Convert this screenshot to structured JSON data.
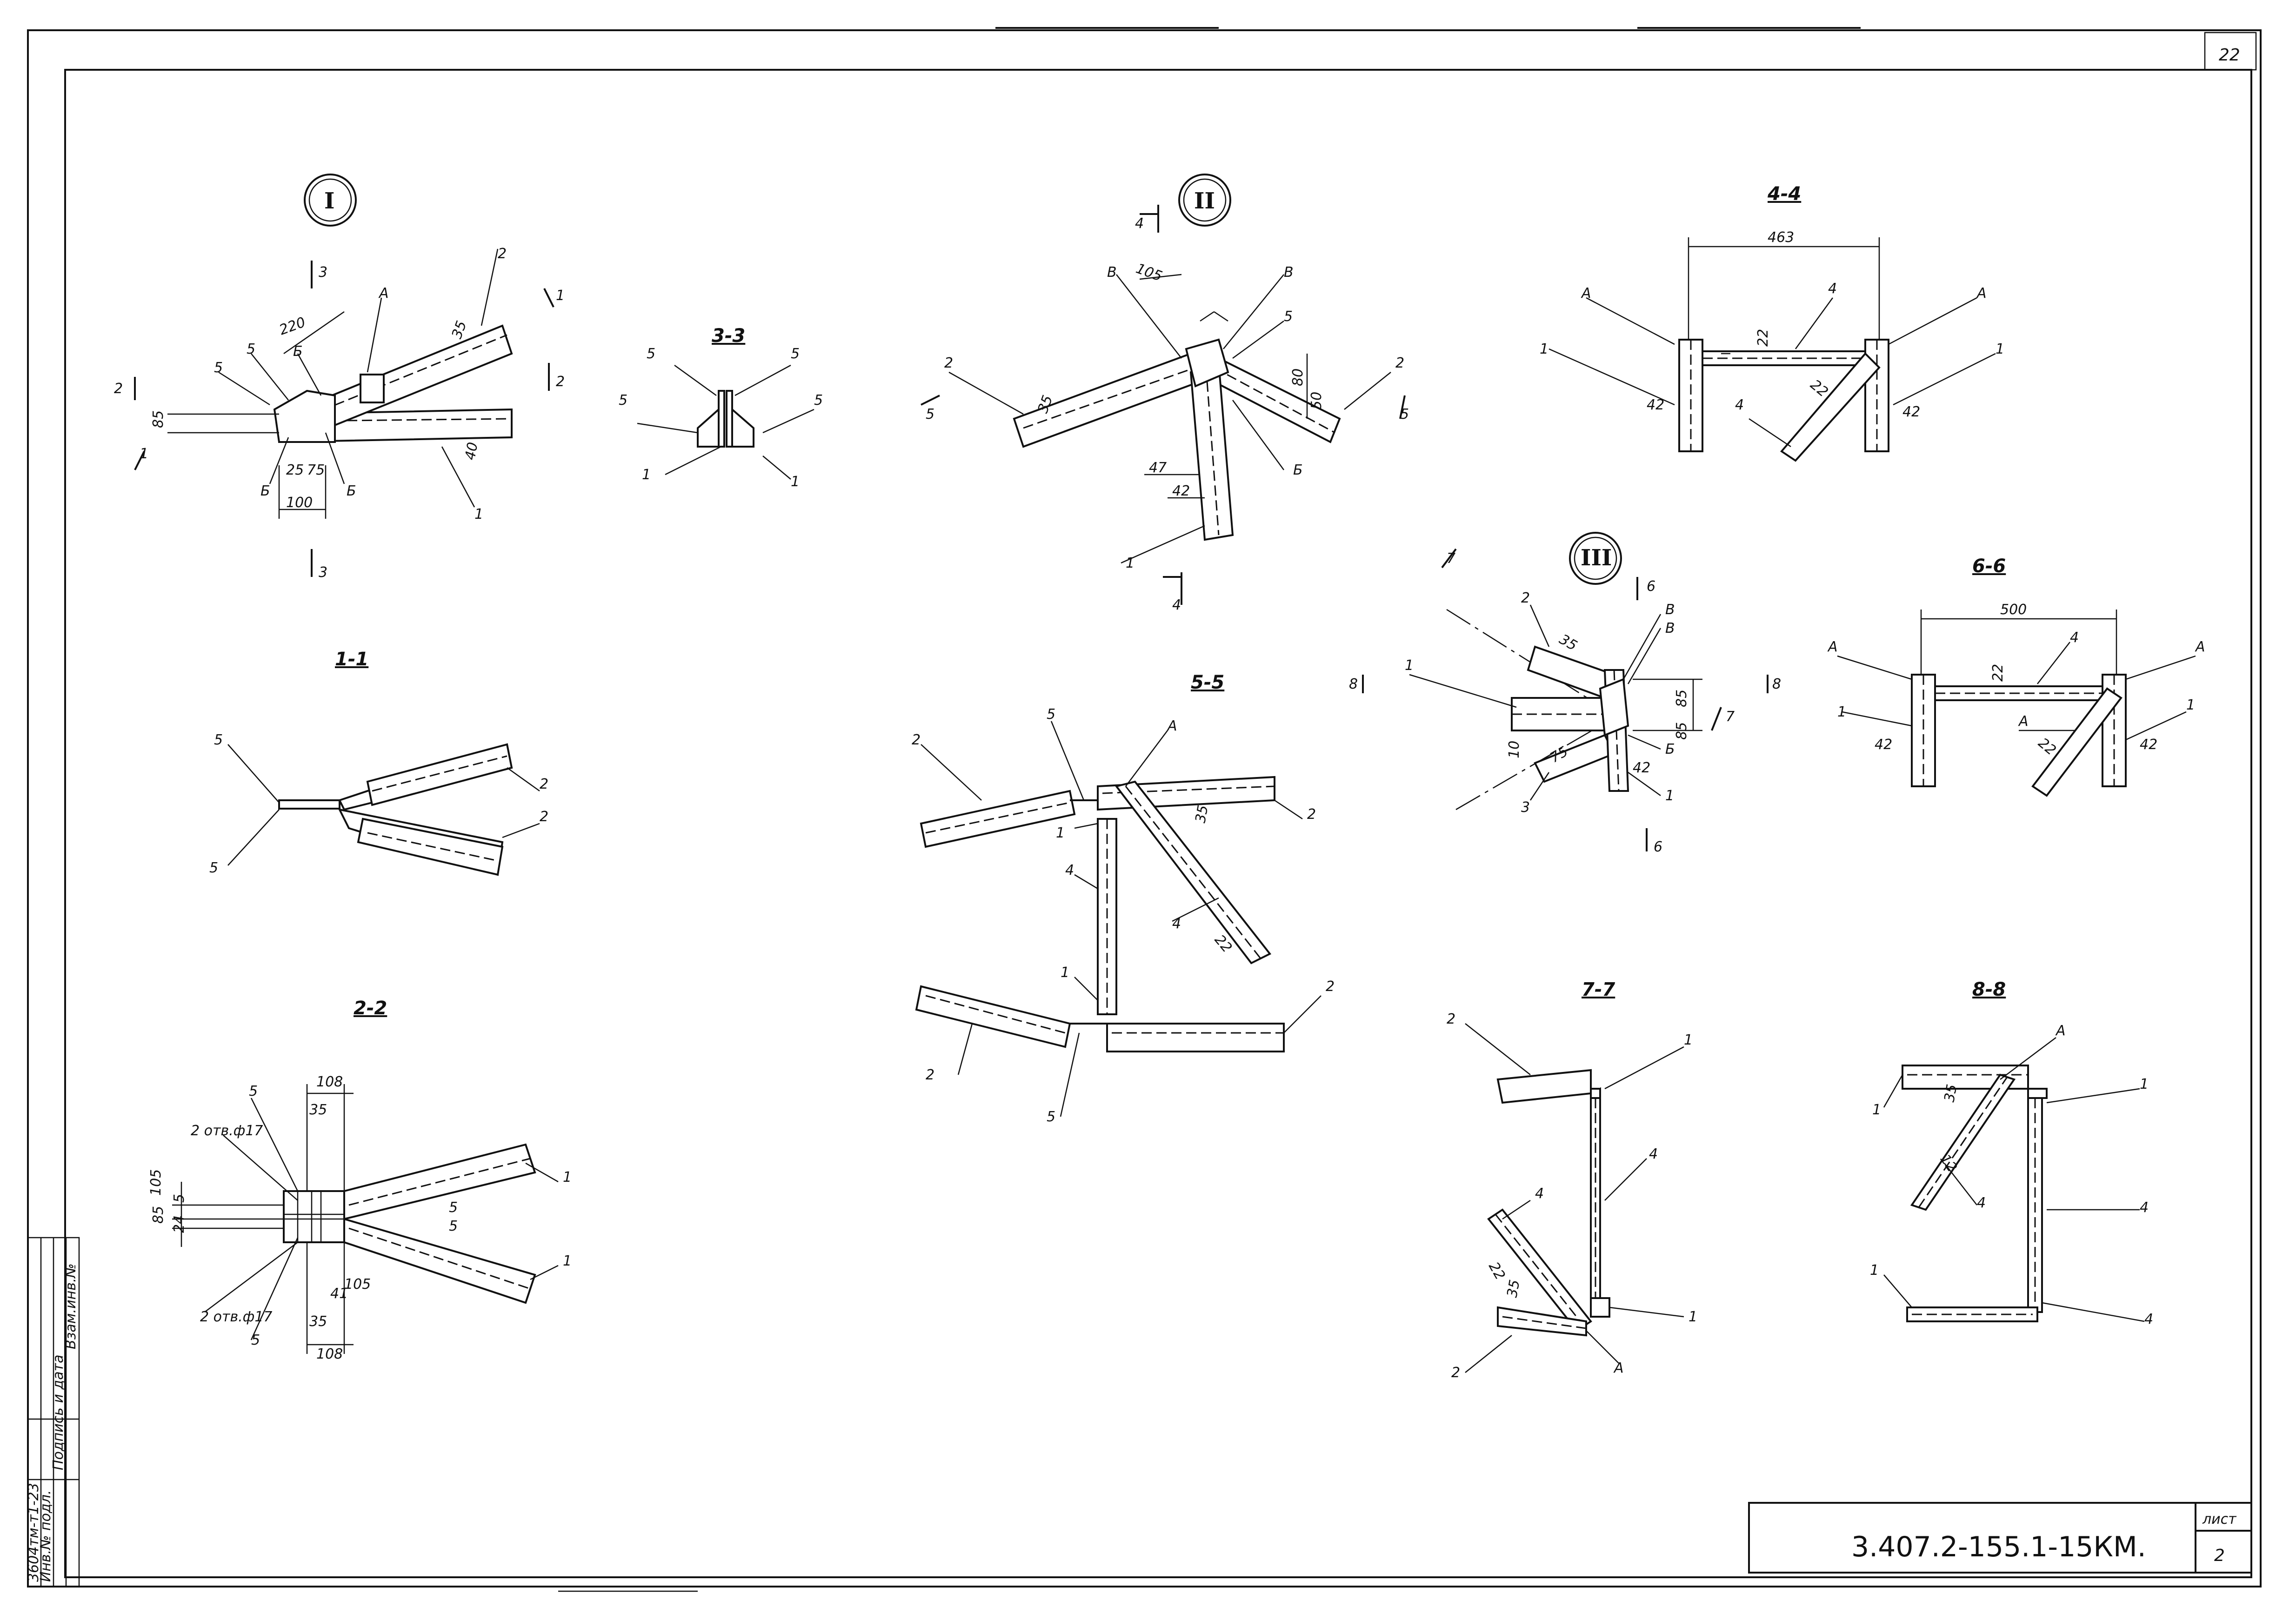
{
  "sheet_number_top": "22",
  "drawing_code": "3.407.2-155.1-15КМ.",
  "sheet_label": "лист",
  "sheet_value": "2",
  "side_stamp": {
    "col1": "Инв.№ подл.",
    "col2": "Подпись и дата",
    "col3": "Взам.инв.№",
    "col4": "3604тм-т1-23"
  },
  "nodes": {
    "I": {
      "roman": "I",
      "cut3": "3",
      "cut1": "1",
      "cut2": "2",
      "d220": "220",
      "d100": "100",
      "d25": "25",
      "d75": "75",
      "d35": "35",
      "d40": "40",
      "d85": "85",
      "p1": "1",
      "p2": "2",
      "p5": "5",
      "p6": "Б",
      "pA": "А"
    },
    "II": {
      "roman": "II",
      "cut4": "4",
      "cut5": "5",
      "d105": "105",
      "d35": "35",
      "d80": "80",
      "d50": "50",
      "d47": "47",
      "d42": "42",
      "p1": "1",
      "p2": "2",
      "pB": "В",
      "p5": "5",
      "pE": "Б"
    },
    "III": {
      "roman": "III",
      "cut6": "6",
      "cut7": "7",
      "cut8": "8",
      "d85a": "85",
      "d85b": "85",
      "d35": "35",
      "d10": "10",
      "d75": "75",
      "d42": "42",
      "p1": "1",
      "p2": "2",
      "p3": "3",
      "pB": "В",
      "pE": "Б"
    }
  },
  "sections": {
    "s33": {
      "title": "3-3",
      "p5": "5",
      "p1": "1"
    },
    "s11": {
      "title": "1-1",
      "p5": "5",
      "p2": "2"
    },
    "s22": {
      "title": "2-2",
      "d108": "108",
      "d35": "35",
      "d85": "85",
      "d105": "105",
      "d24": "24",
      "d5": "5",
      "d41": "41",
      "hole": "2 отв.ф17",
      "p1": "1",
      "p5": "5"
    },
    "s44": {
      "title": "4-4",
      "d463": "463",
      "d22": "22",
      "d42": "42",
      "p1": "1",
      "p4": "4",
      "pA": "А"
    },
    "s55": {
      "title": "5-5",
      "d35": "35",
      "d22": "22",
      "p1": "1",
      "p2": "2",
      "p4": "4",
      "p5": "5",
      "pA": "А"
    },
    "s66": {
      "title": "6-6",
      "d500": "500",
      "d22": "22",
      "d42": "42",
      "p1": "1",
      "p4": "4",
      "pA": "А"
    },
    "s77": {
      "title": "7-7",
      "d22": "22",
      "d35": "35",
      "p1": "1",
      "p2": "2",
      "p4": "4",
      "pA": "А"
    },
    "s88": {
      "title": "8-8",
      "d35": "35",
      "d12": "12",
      "p1": "1",
      "p4": "4",
      "pA": "А"
    }
  }
}
